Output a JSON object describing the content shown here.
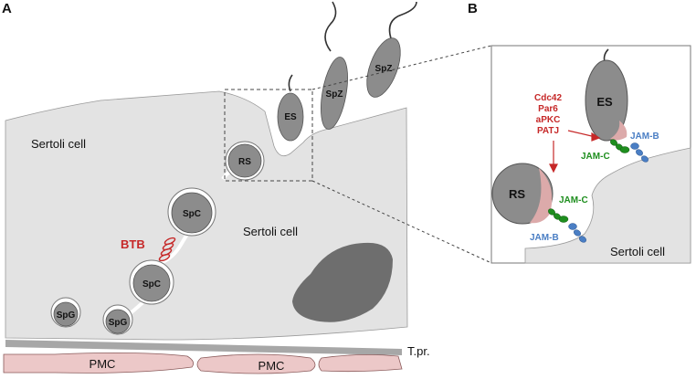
{
  "panels": {
    "a": "A",
    "b": "B"
  },
  "labels": {
    "sertoli_top": "Sertoli cell",
    "sertoli_mid": "Sertoli cell",
    "sertoli_inset": "Sertoli cell",
    "btb": "BTB",
    "tpr": "T.pr.",
    "pmc": [
      "PMC",
      "PMC"
    ],
    "spz": [
      "SpZ",
      "SpZ"
    ],
    "es": "ES",
    "es_inset": "ES",
    "rs": "RS",
    "rs_inset": "RS",
    "spc": [
      "SpC",
      "SpC"
    ],
    "spg": [
      "SpG",
      "SpG"
    ],
    "polarity_complex": [
      "Cdc42",
      "Par6",
      "aPKC",
      "PATJ"
    ],
    "jam_c": [
      "JAM-C",
      "JAM-C"
    ],
    "jam_b": [
      "JAM-B",
      "JAM-B"
    ]
  },
  "colors": {
    "sertoli_fill": "#e3e3e3",
    "cell_fill": "#8c8c8c",
    "nucleus": "#6e6e6e",
    "pmc_fill": "#ecc8c8",
    "tpr_band": "#a7a7a7",
    "btb_red": "#c62828",
    "polarity_red": "#c62828",
    "jam_c_green": "#1e8e1e",
    "jam_b_blue": "#4a7ec4",
    "outline": "#666666"
  }
}
